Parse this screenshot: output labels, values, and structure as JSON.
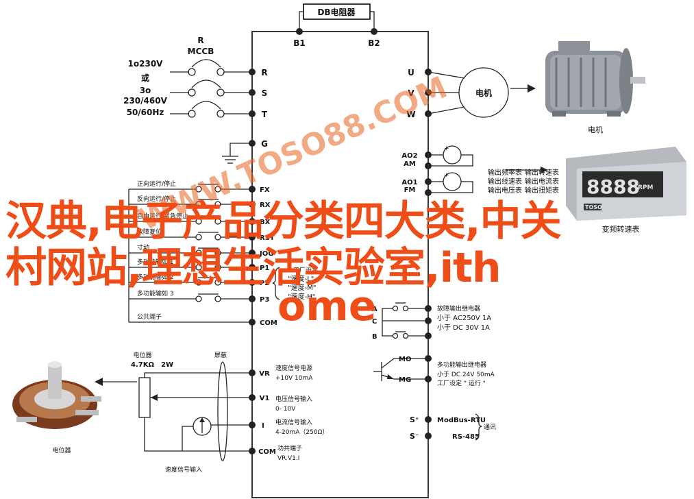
{
  "db_resistor": {
    "label": "DB电阻器",
    "b1": "B1",
    "b2": "B2"
  },
  "breaker": {
    "r": "R",
    "mccb": "MCCB"
  },
  "supply": {
    "line1": "1o230V",
    "line2": "或",
    "line3": "3o",
    "line4": "230/460V",
    "line5": "50/60Hz"
  },
  "terminals": {
    "r": "R",
    "s": "S",
    "t": "T",
    "g": "G",
    "p1": "P1",
    "p2": "P2",
    "p3": "P3",
    "com": "COM",
    "vr": "VR",
    "v1": "V1",
    "i": "I",
    "com2": "COM"
  },
  "outputs": {
    "u": "U",
    "v": "V",
    "w": "W"
  },
  "motor": {
    "circle": "电机",
    "caption": "电机"
  },
  "analog_out": {
    "ao2": "AO2",
    "am": "AM",
    "ao1": "AO1",
    "fm": "FM"
  },
  "meter_notes": [
    "输出频率表",
    "输出转速表",
    "输出线速表",
    "输出电流表",
    "输出电压表",
    "输出扭矩表"
  ],
  "tach": {
    "display": "8888",
    "unit": "RPM",
    "brand": "TOSO",
    "caption": "变频转速表"
  },
  "inputs": [
    {
      "label": "正向运行/停止",
      "term": "FX"
    },
    {
      "label": "反向运行/停止",
      "term": "RX"
    },
    {
      "label": "自由运行/紧急停止",
      "term": "BX"
    },
    {
      "label": "故障复位",
      "term": "RST"
    },
    {
      "label": "寸动",
      "term": "JOG"
    },
    {
      "label": "多功能输如 1",
      "term": "P1"
    },
    {
      "label": "多功能输如 2",
      "term": "P2"
    },
    {
      "label": "多功能输如 3",
      "term": "P3"
    },
    {
      "label": "公共端子",
      "term": "COM"
    }
  ],
  "factory_speed": {
    "title": "工厂设定",
    "l": "\"速度-L\"",
    "m": "\"速度-M\"",
    "h": "\"速度-H\""
  },
  "fault_relay": {
    "a": "A",
    "c": "C",
    "b": "B",
    "title": "故障输出继电器",
    "l1": "小于 AC250V 1A",
    "l2": "小于 DC 30V 1A"
  },
  "mo_relay": {
    "mo": "MO",
    "mg": "MG",
    "title": "多功能输出继电器",
    "l1": "小于 DC 24V 50mA",
    "l2": "工厂设定 \" 运行 \""
  },
  "comm": {
    "sp": "S⁺",
    "sm": "S⁻",
    "l1": "ModBus-RTU",
    "l2": "RS-485",
    "note": "通讯"
  },
  "pot": {
    "title": "电位器",
    "value": "4.7KΩ",
    "watt": "2W",
    "shield": "屏蔽",
    "caption": "电位器"
  },
  "analog_in": {
    "vr1": "速度信号电源",
    "vr2": "+10V 10mA",
    "v11": "电压信号输入",
    "v12": "0- 10V",
    "i1": "电流信号输入",
    "i2": "4-20mA（250Ω）",
    "com1": "功共端子",
    "com2": "VR.V1.I"
  },
  "speed_input": "速度信号输入",
  "watermark": "WWW.TOSO88.COM",
  "overlay": {
    "line1": "汉典,电子产品分类四大类,中关",
    "line2": "村网站,理想生活实验室,ith",
    "line3": "ome"
  }
}
